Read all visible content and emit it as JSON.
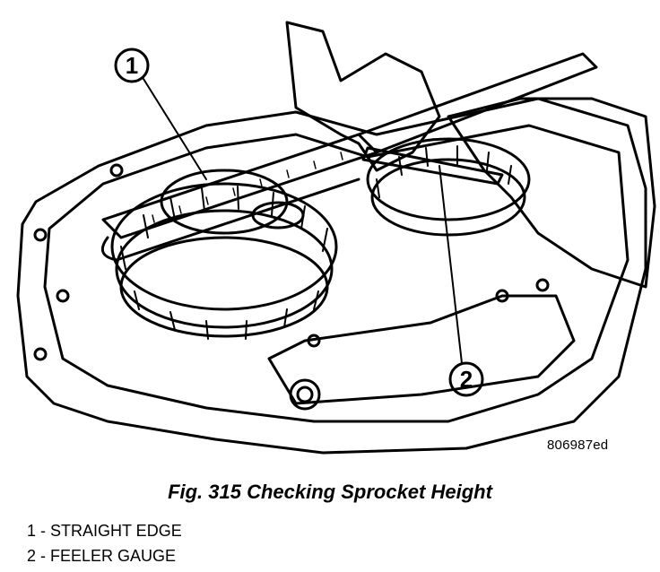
{
  "figure": {
    "id": "806987ed",
    "caption": "Fig. 315 Checking Sprocket Height",
    "callouts": [
      "1",
      "2"
    ],
    "legend": [
      {
        "number": "1",
        "label": "1 - STRAIGHT EDGE"
      },
      {
        "number": "2",
        "label": "2 - FEELER GAUGE"
      }
    ]
  }
}
